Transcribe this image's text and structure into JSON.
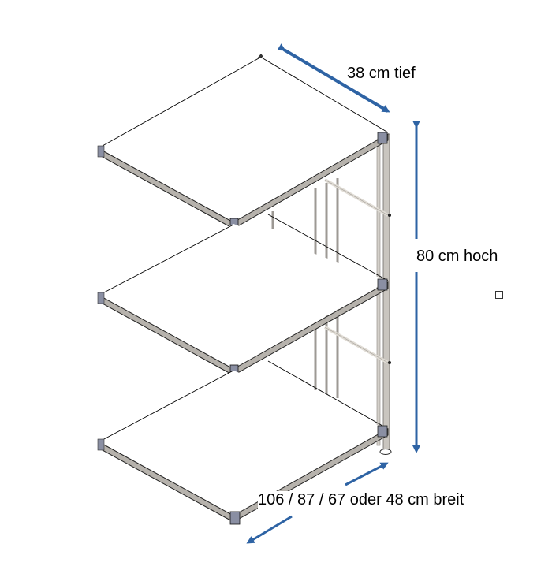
{
  "diagram": {
    "subject": "shelf-unit-extension",
    "shelf_count": 3,
    "colors": {
      "arrow": "#2e63a4",
      "frame": "#b8b4ae",
      "frame_dark": "#6e6a66",
      "bracket": "#8a8fa3",
      "shelf_edge": "#000000"
    },
    "dimensions": {
      "depth": {
        "label": "38 cm tief"
      },
      "height": {
        "label": "80 cm hoch"
      },
      "width": {
        "label": "106 / 87 / 67 oder 48 cm breit"
      }
    }
  }
}
